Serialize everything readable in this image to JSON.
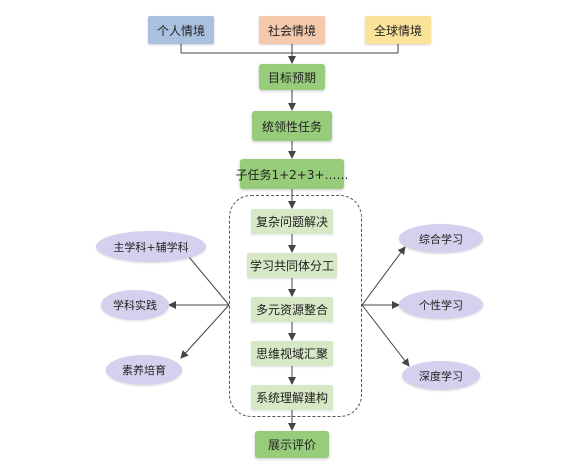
{
  "contexts": [
    {
      "label": "个人情境"
    },
    {
      "label": "社会情境"
    },
    {
      "label": "全球情境"
    }
  ],
  "flow": {
    "goal": "目标预期",
    "task": "统领性任务",
    "subtasks": "子任务1+2+3+……",
    "evaluation": "展示评价"
  },
  "core_steps": [
    {
      "label": "复杂问题解决"
    },
    {
      "label": "学习共同体分工"
    },
    {
      "label": "多元资源整合"
    },
    {
      "label": "思维视域汇聚"
    },
    {
      "label": "系统理解建构"
    }
  ],
  "left_outcomes": [
    {
      "label": "主学科+辅学科"
    },
    {
      "label": "学科实践"
    },
    {
      "label": "素养培育"
    }
  ],
  "right_outcomes": [
    {
      "label": "综合学习"
    },
    {
      "label": "个性学习"
    },
    {
      "label": "深度学习"
    }
  ],
  "colors": {
    "blue": "#a9c1df",
    "orange": "#f5c9ac",
    "yellow": "#fbe49a",
    "green": "#97cc7a",
    "light_green": "#d7e8c7",
    "lavender": "#d3d1ed",
    "line": "#444444"
  }
}
